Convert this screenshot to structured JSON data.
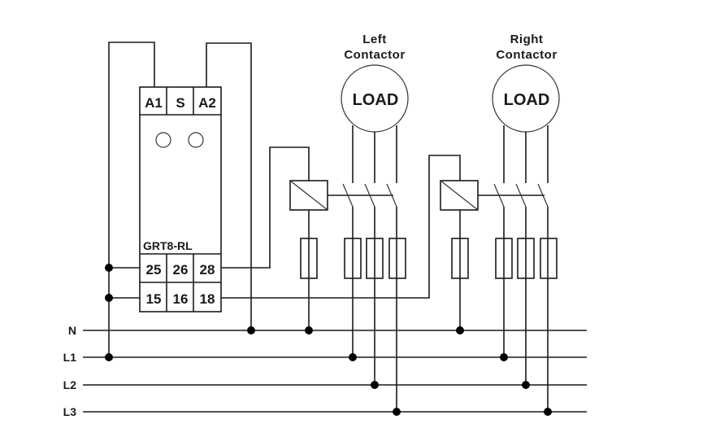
{
  "relay": {
    "model": "GRT8-RL",
    "top_terminals": [
      "A1",
      "S",
      "A2"
    ],
    "row1_terminals": [
      "25",
      "26",
      "28"
    ],
    "row2_terminals": [
      "15",
      "16",
      "18"
    ],
    "indicators": [
      "led-1",
      "led-2"
    ]
  },
  "contactors": [
    {
      "title_line1": "Left",
      "title_line2": "Contactor",
      "load_label": "LOAD"
    },
    {
      "title_line1": "Right",
      "title_line2": "Contactor",
      "load_label": "LOAD"
    }
  ],
  "buses": [
    {
      "label": "N"
    },
    {
      "label": "L1"
    },
    {
      "label": "L2"
    },
    {
      "label": "L3"
    }
  ],
  "colors": {
    "line": "#1a1a1a",
    "background": "#ffffff"
  }
}
